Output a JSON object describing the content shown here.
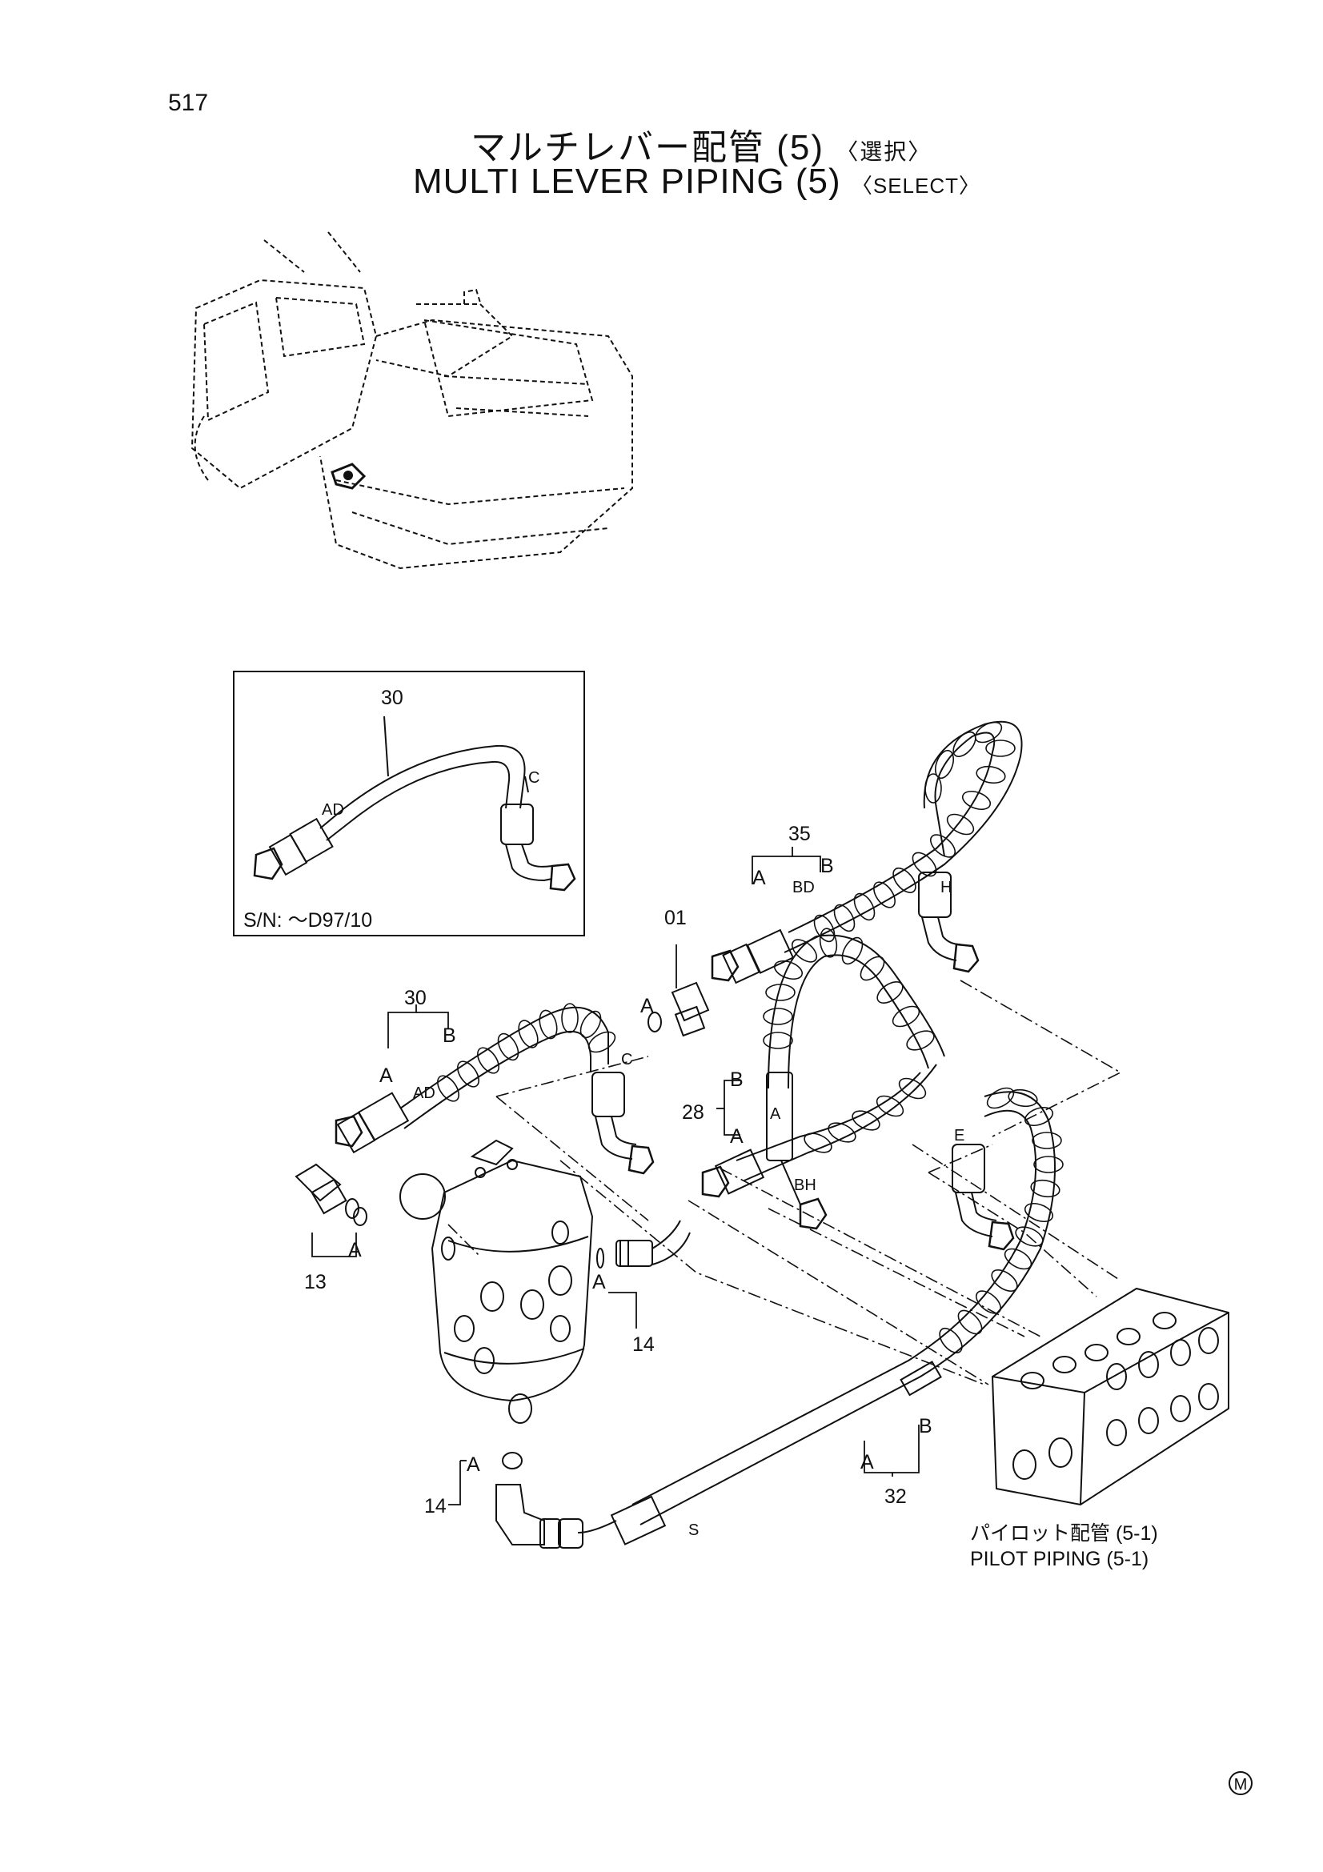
{
  "page": {
    "number": "517"
  },
  "title": {
    "jp_main": "マルチレバー配管 (5)",
    "jp_sub": "〈選択〉",
    "en_main": "MULTI LEVER PIPING (5)",
    "en_sub": "〈SELECT〉"
  },
  "inset": {
    "part": "30",
    "end_ad": "AD",
    "end_c": "C",
    "serial_note": "S/N: ～D97/10"
  },
  "callouts": {
    "p35": "35",
    "p01": "01",
    "p30": "30",
    "p28": "28",
    "p13": "13",
    "p14a": "14",
    "p14b": "14",
    "p32": "32"
  },
  "ends": {
    "A": "A",
    "B": "B",
    "AD": "AD",
    "C": "C",
    "BD": "BD",
    "H": "H",
    "BH": "BH",
    "E": "E",
    "S": "S"
  },
  "ref_note": {
    "jp": "パイロット配管 (5-1)",
    "en": "PILOT PIPING (5-1)"
  },
  "mark": "M"
}
